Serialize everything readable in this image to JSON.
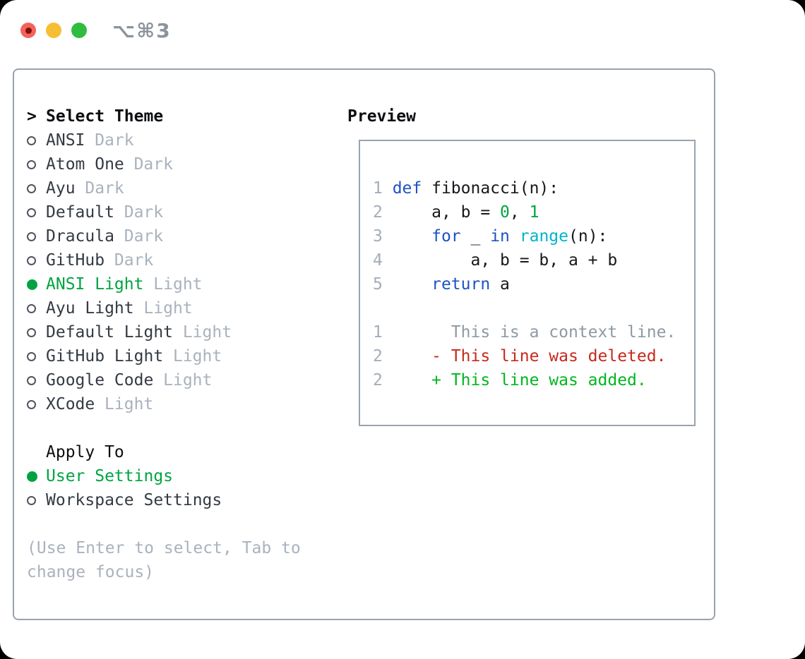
{
  "window": {
    "shortcut_label": "⌥⌘3",
    "traffic_lights": [
      "close",
      "minimize",
      "zoom"
    ]
  },
  "colors": {
    "selection_green": "#00a341",
    "addition_green": "#00b61e",
    "deletion_red": "#c6291c",
    "keyword_blue": "#1d52c4",
    "builtin_cyan": "#00b4c8",
    "number_green": "#00a341",
    "muted_gray": "#a9b2bd",
    "line_number_gray": "#a3adb9",
    "panel_border": "#99a3ae",
    "traffic_red": "#f4635a",
    "traffic_yellow": "#f6be33",
    "traffic_green": "#2fbc40"
  },
  "theme_panel": {
    "prompt": ">",
    "title": "Select Theme",
    "themes": [
      {
        "name": "ANSI",
        "variant": "Dark",
        "selected": false
      },
      {
        "name": "Atom One",
        "variant": "Dark",
        "selected": false
      },
      {
        "name": "Ayu",
        "variant": "Dark",
        "selected": false
      },
      {
        "name": "Default",
        "variant": "Dark",
        "selected": false
      },
      {
        "name": "Dracula",
        "variant": "Dark",
        "selected": false
      },
      {
        "name": "GitHub",
        "variant": "Dark",
        "selected": false
      },
      {
        "name": "ANSI Light",
        "variant": "Light",
        "selected": true
      },
      {
        "name": "Ayu Light",
        "variant": "Light",
        "selected": false
      },
      {
        "name": "Default Light",
        "variant": "Light",
        "selected": false
      },
      {
        "name": "GitHub Light",
        "variant": "Light",
        "selected": false
      },
      {
        "name": "Google Code",
        "variant": "Light",
        "selected": false
      },
      {
        "name": "XCode",
        "variant": "Light",
        "selected": false
      }
    ],
    "apply_to": {
      "title": "Apply To",
      "options": [
        {
          "label": "User Settings",
          "selected": true
        },
        {
          "label": "Workspace Settings",
          "selected": false
        }
      ]
    },
    "hint": "(Use Enter to select, Tab to change focus)"
  },
  "preview": {
    "title": "Preview",
    "code_lines": [
      {
        "num": "1",
        "tokens": [
          {
            "t": "def",
            "c": "kw"
          },
          {
            "t": " fibonacci(n):",
            "c": "plain"
          }
        ]
      },
      {
        "num": "2",
        "tokens": [
          {
            "t": "    a, b = ",
            "c": "plain"
          },
          {
            "t": "0",
            "c": "num"
          },
          {
            "t": ", ",
            "c": "plain"
          },
          {
            "t": "1",
            "c": "num"
          }
        ]
      },
      {
        "num": "3",
        "tokens": [
          {
            "t": "    ",
            "c": "plain"
          },
          {
            "t": "for",
            "c": "kw"
          },
          {
            "t": " _ ",
            "c": "plain"
          },
          {
            "t": "in",
            "c": "kw"
          },
          {
            "t": " ",
            "c": "plain"
          },
          {
            "t": "range",
            "c": "fn"
          },
          {
            "t": "(n):",
            "c": "plain"
          }
        ]
      },
      {
        "num": "4",
        "tokens": [
          {
            "t": "        a, b = b, a + b",
            "c": "plain"
          }
        ]
      },
      {
        "num": "5",
        "tokens": [
          {
            "t": "    ",
            "c": "plain"
          },
          {
            "t": "return",
            "c": "kw"
          },
          {
            "t": " a",
            "c": "plain"
          }
        ]
      }
    ],
    "diff_lines": [
      {
        "num": "1",
        "tokens": [
          {
            "t": "      This is a context line.",
            "c": "ctx"
          }
        ]
      },
      {
        "num": "2",
        "tokens": [
          {
            "t": "    ",
            "c": "plain"
          },
          {
            "t": "- This line was deleted.",
            "c": "del"
          }
        ]
      },
      {
        "num": "2",
        "tokens": [
          {
            "t": "    ",
            "c": "plain"
          },
          {
            "t": "+ This line was added.",
            "c": "add"
          }
        ]
      }
    ]
  }
}
